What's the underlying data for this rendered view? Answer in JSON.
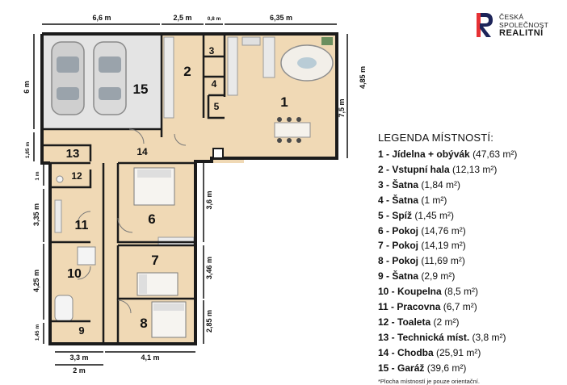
{
  "brand": {
    "line1": "ČESKÁ",
    "line2": "SPOLEČNOST",
    "line3": "REALITNÍ",
    "colors": {
      "red": "#e63135",
      "navy": "#1d2459"
    }
  },
  "legend": {
    "title": "LEGENDA MÍSTNOSTÍ:",
    "rooms": [
      {
        "label": "1 - Jídelna + obývák",
        "area": "(47,63 m²)"
      },
      {
        "label": "2 - Vstupní hala",
        "area": "(12,13 m²)"
      },
      {
        "label": "3 - Šatna",
        "area": "(1,84 m²)"
      },
      {
        "label": "4 - Šatna",
        "area": "(1 m²)"
      },
      {
        "label": "5 - Spíž",
        "area": "(1,45 m²)"
      },
      {
        "label": "6 - Pokoj",
        "area": "(14,76 m²)"
      },
      {
        "label": "7 - Pokoj",
        "area": "(14,19 m²)"
      },
      {
        "label": "8 - Pokoj",
        "area": "(11,69 m²)"
      },
      {
        "label": "9 - Šatna",
        "area": "(2,9 m²)"
      },
      {
        "label": "10 - Koupelna",
        "area": "(8,5 m²)"
      },
      {
        "label": "11 - Pracovna",
        "area": "(6,7 m²)"
      },
      {
        "label": "12 - Toaleta",
        "area": "(2 m²)"
      },
      {
        "label": "13 - Technická míst.",
        "area": "(3,8 m²)"
      },
      {
        "label": "14 - Chodba",
        "area": "(25,91 m²)"
      },
      {
        "label": "15 - Garáž",
        "area": "(39,6 m²)"
      }
    ],
    "note": "*Plocha místností je pouze orientační."
  },
  "plan": {
    "colors": {
      "floor": "#f0d9b5",
      "garage": "#e4e4e4",
      "wall": "#1b1b1b"
    },
    "room_numbers": [
      "1",
      "2",
      "3",
      "4",
      "5",
      "6",
      "7",
      "8",
      "9",
      "10",
      "11",
      "12",
      "13",
      "14",
      "15"
    ],
    "dimensions": {
      "top_garage": "6,6 m",
      "top_hall": "2,5 m",
      "top_small": "0,8 m",
      "top_living": "6,35 m",
      "left_garage": "6 m",
      "left_tech": "1,85 m",
      "left_wc": "1 m",
      "left_study": "3,35 m",
      "left_bath": "4,25 m",
      "left_closet": "1,45 m",
      "right_living_outer": "4,85 m",
      "right_living_inner": "7,5 m",
      "right_room6": "3,6 m",
      "right_room7": "3,46 m",
      "right_room8": "2,85 m",
      "bottom_left": "3,3 m",
      "bottom_right": "4,1 m",
      "bottom_2m": "2 m"
    }
  }
}
